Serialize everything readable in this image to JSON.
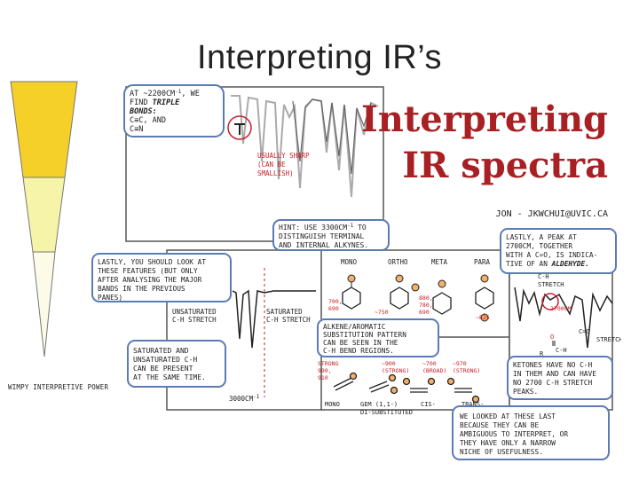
{
  "slide_title": "Interpreting IR’s",
  "power_scale": {
    "label": "WIMPY INTERPRETIVE POWER",
    "colors": {
      "top": "#f5d028",
      "middle": "#f6f4a8",
      "bottom": "#fcfbe8"
    }
  },
  "poster": {
    "title_line1": "Interpreting",
    "title_line2": "IR spectra",
    "title_color": "#a82024",
    "author": "JON - JKWCHUI@UVIC.CA",
    "triple_bond_note": {
      "line1_pre": "AT ~2200CM",
      "line1_sup": "-1",
      "line1_post": ", WE",
      "line2_pre": "FIND ",
      "line2_em": "TRIPLE",
      "line3_em": "BONDS:",
      "line4": "C≡C, AND",
      "line5": "C≡N"
    },
    "sharp_note": [
      "USUALLY SHARP",
      "(CAN BE",
      "SMALLISH)"
    ],
    "hint_note": {
      "line1_pre": "HINT: USE 3300CM",
      "line1_sup": "-1",
      "line1_post": " TO",
      "line2": "DISTINGUISH TERMINAL",
      "line3": "AND INTERNAL ALKYNES."
    },
    "lastly_note": [
      "LASTLY, YOU SHOULD LOOK AT",
      "THESE FEATURES (BUT ONLY",
      "AFTER ANALYSING THE MAJOR",
      "BANDS IN THE PREVIOUS",
      "PANES)"
    ],
    "unsaturated_label": [
      "UNSATURATED",
      "C-H STRETCH"
    ],
    "saturated_label": [
      "SATURATED",
      "C-H STRETCH"
    ],
    "saturated_note": [
      "SATURATED AND",
      "UNSATURATED C-H",
      "CAN BE PRESENT",
      "AT THE SAME TIME."
    ],
    "wavenumber_label": "3000CM",
    "wavenumber_sup": "-1",
    "ring_labels": [
      "MONO",
      "ORTHO",
      "META",
      "PARA"
    ],
    "ring_values": {
      "mono": [
        "700,",
        "690"
      ],
      "ortho": "~750",
      "meta": [
        "880,",
        "780,",
        "690"
      ],
      "para": "~825"
    },
    "alkene_note": [
      "ALKENE/AROMATIC",
      "SUBSTITUTION PATTERN",
      "CAN BE SEEN IN THE",
      "C-H BEND REGIONS."
    ],
    "alkene_values": {
      "mono": [
        "STRONG",
        "990,",
        "910"
      ],
      "gem": [
        "~900",
        "(STRONG)"
      ],
      "cis": [
        "~700",
        "(BROAD)"
      ],
      "trans": [
        "~970",
        "(STRONG)"
      ]
    },
    "alkene_labels": {
      "mono": "MONO",
      "gem": "GEM (1,1-)",
      "gem2": "DI-SUBSTITUTED",
      "cis": "CIS-",
      "trans": "TRANS-"
    },
    "aldehyde_note": {
      "line1": "LASTLY, A PEAK AT",
      "line2": "2700CM, TOGETHER",
      "line3": "WITH A C=O, IS INDICA-",
      "line4_pre": "TIVE OF AN ",
      "line4_em": "ALDEHYDE."
    },
    "ch_stretch_label": [
      "C-H",
      "STRETCH"
    ],
    "peak_2700": "2700CM",
    "co_stretch_label": [
      "C=O",
      "STRETCH"
    ],
    "aldehyde_struct": {
      "o": "O",
      "r": "R",
      "ch": "C-H"
    },
    "ketone_note": [
      "KETONES HAVE NO C-H",
      "IN THEM AND CAN HAVE",
      "NO 2700 C-H STRETCH",
      "PEAKS."
    ],
    "last_note": [
      "WE LOOKED AT THESE LAST",
      "BECAUSE THEY CAN BE",
      "AMBIGUOUS TO INTERPRET, OR",
      "THEY HAVE ONLY A NARROW",
      "NICHE OF USEFULNESS."
    ],
    "accent_red": "#c8202a",
    "peach": "#f2b06a",
    "bubble_blue": "#5b7bb5"
  }
}
